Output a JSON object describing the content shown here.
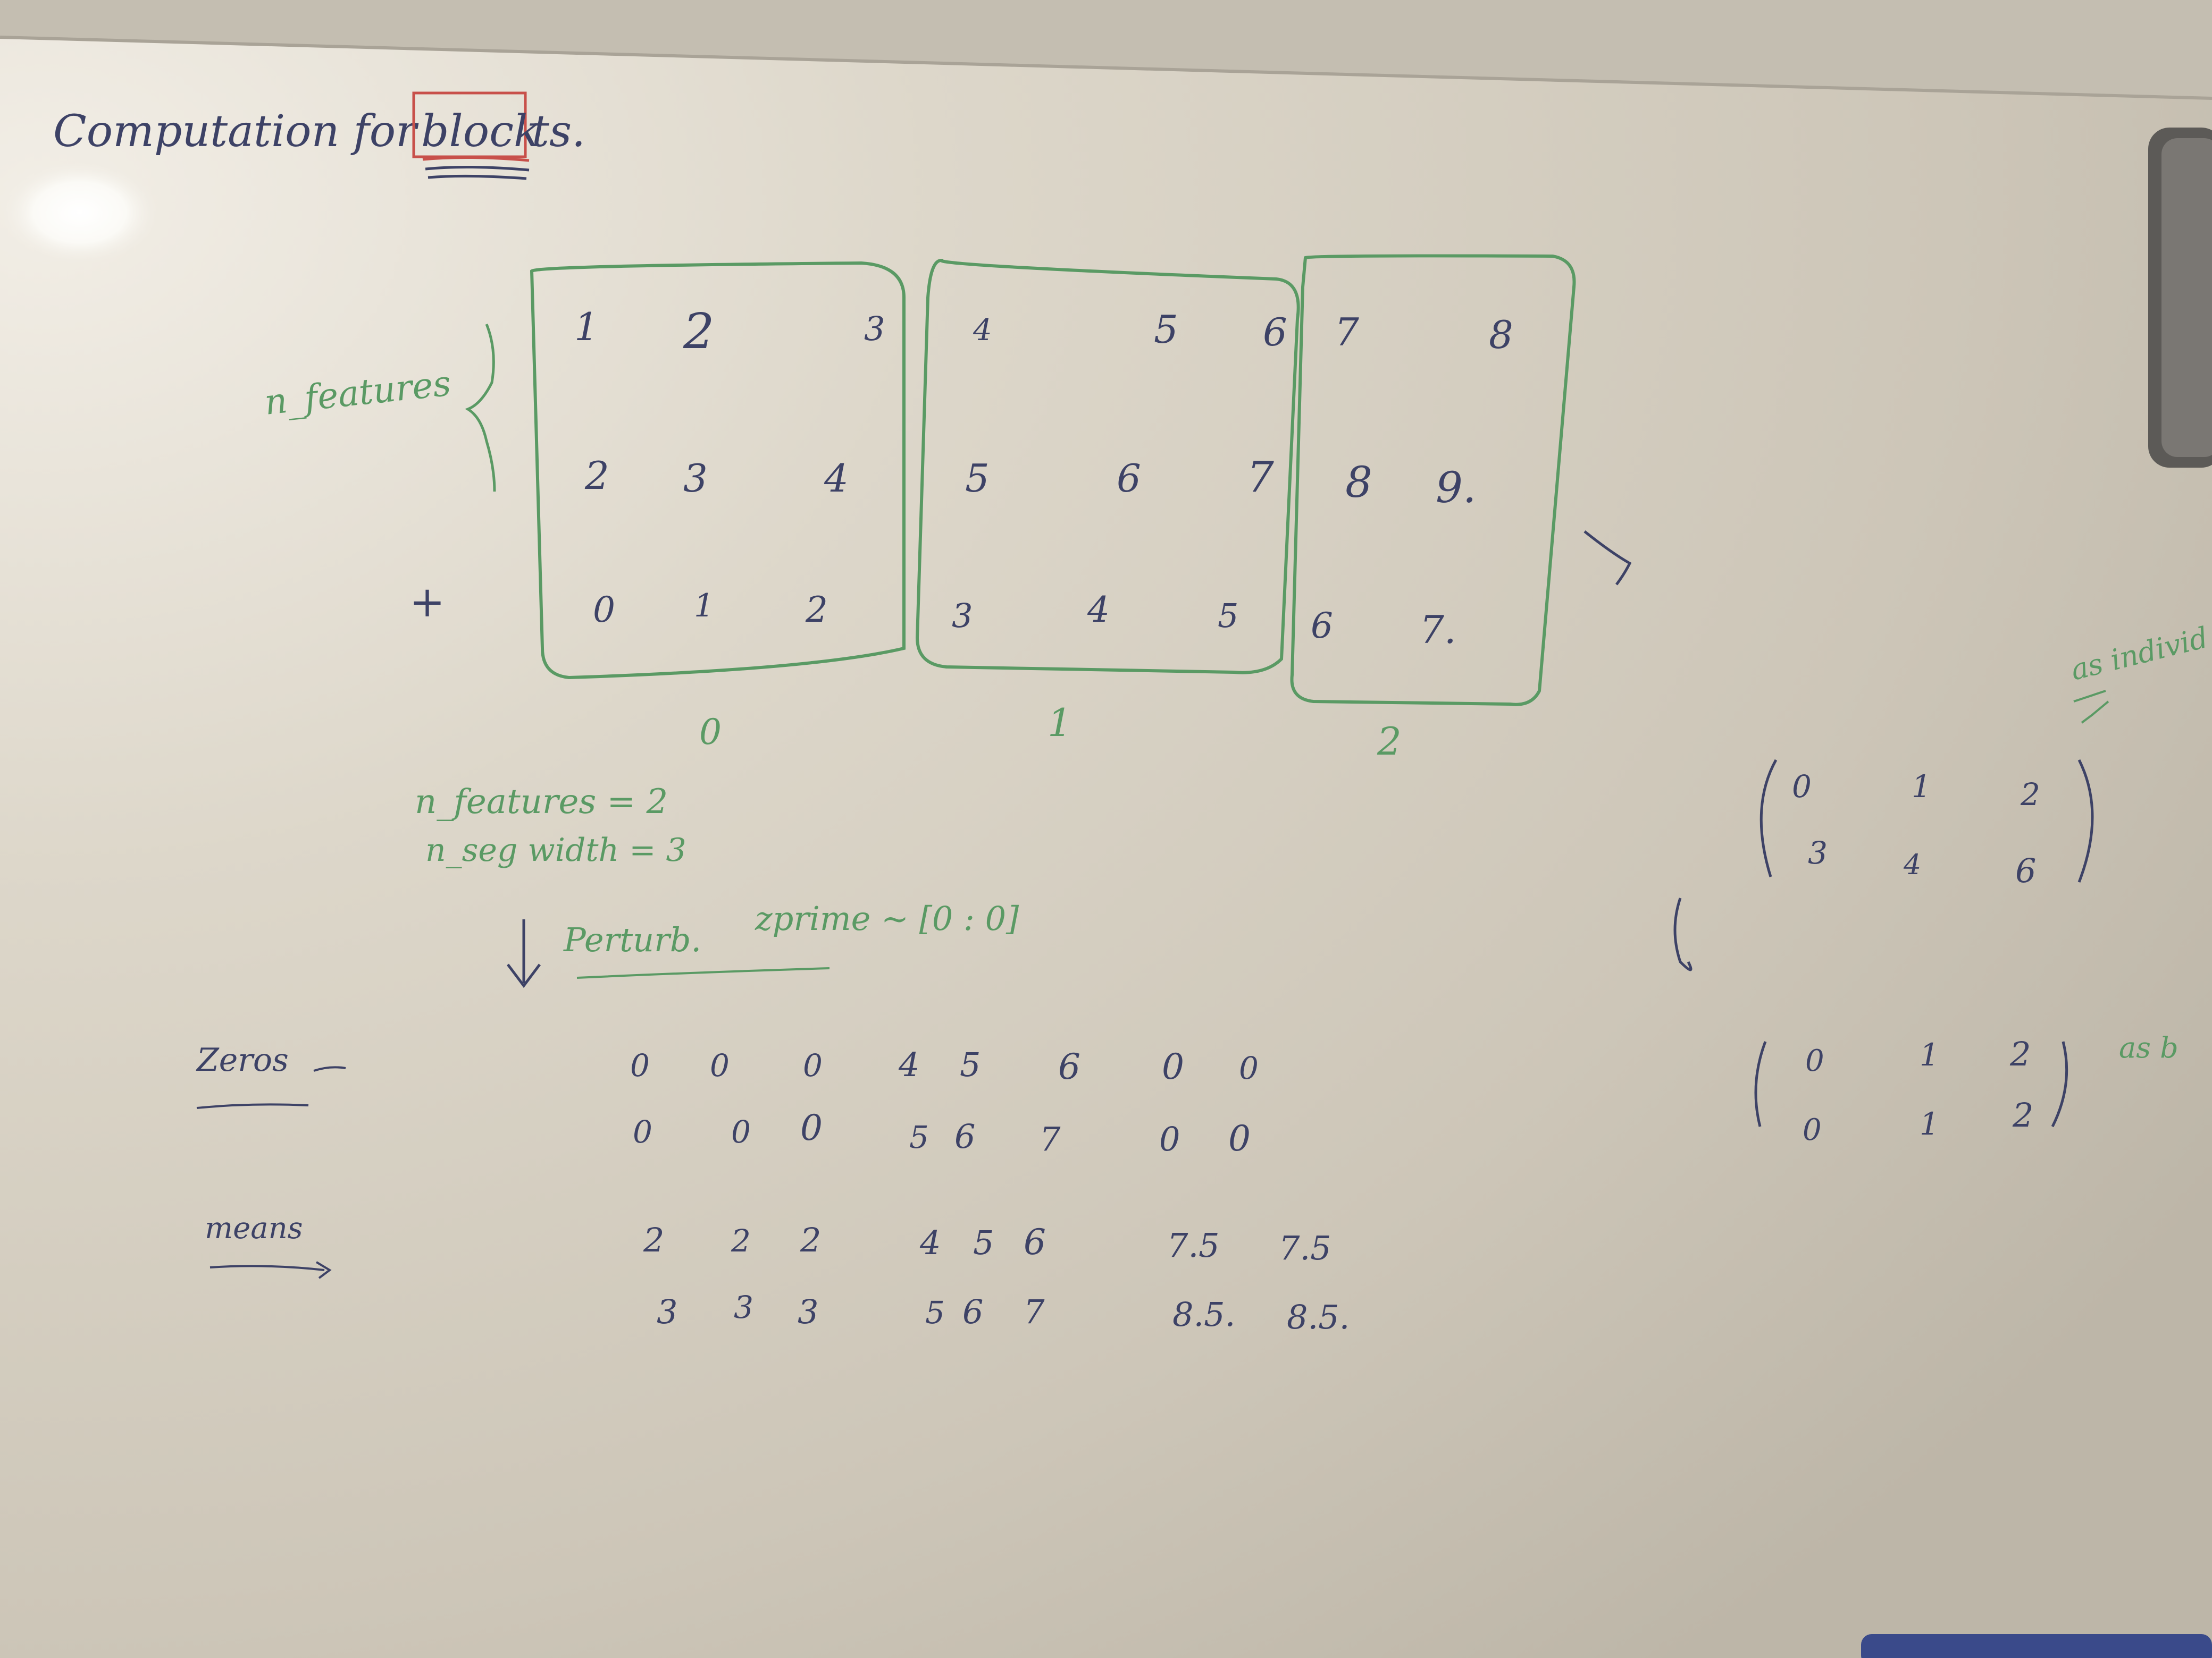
{
  "title": {
    "prefix": "Computation for ",
    "highlight": "block",
    "suffix": "ts."
  },
  "side_labels": {
    "n_features": "n_features",
    "plus": "+"
  },
  "blocks": [
    {
      "label": "0",
      "rows": [
        [
          "1",
          "2",
          "3"
        ],
        [
          "2",
          "3",
          "4"
        ],
        [
          "0",
          "1",
          "2"
        ]
      ]
    },
    {
      "label": "1",
      "rows": [
        [
          "4",
          "5",
          "6"
        ],
        [
          "5",
          "6",
          "7"
        ],
        [
          "3",
          "4",
          "5"
        ]
      ]
    },
    {
      "label": "2",
      "rows": [
        [
          "7",
          "8"
        ],
        [
          "8",
          "9."
        ],
        [
          "6",
          "7."
        ]
      ]
    }
  ],
  "params": {
    "n_features": "n_features = 2",
    "n_seg": "n_seg width = 3"
  },
  "perturb": {
    "label": "Perturb.",
    "zprime": "zprime ~ [0 : 0]"
  },
  "zeros": {
    "label": "Zeros",
    "rows": [
      [
        "0",
        "0",
        "0",
        "4",
        "5",
        "6",
        "0",
        "0"
      ],
      [
        "0",
        "0",
        "0",
        "5",
        "6",
        "7",
        "0",
        "0"
      ]
    ]
  },
  "means": {
    "label": "means",
    "rows": [
      [
        "2",
        "2",
        "2",
        "4",
        "5",
        "6",
        "7.5",
        "7.5"
      ],
      [
        "3",
        "3",
        "3",
        "5",
        "6",
        "7",
        "8.5.",
        "8.5."
      ]
    ]
  },
  "right": {
    "as_individual": "as individ",
    "matrix_top": [
      [
        "0",
        "1",
        "2"
      ],
      [
        "3",
        "4",
        "6"
      ]
    ],
    "matrix_bottom": [
      [
        "0",
        "1",
        "2"
      ],
      [
        "0",
        "1",
        "2"
      ]
    ],
    "as_b": "as b"
  },
  "colors": {
    "board": "#cdc7ba",
    "board_light": "#e6e1d5",
    "green_marker": "#5a9a64",
    "blue_marker": "#3d4266",
    "red_marker": "#c8504a",
    "frame": "#b9b3a6"
  }
}
